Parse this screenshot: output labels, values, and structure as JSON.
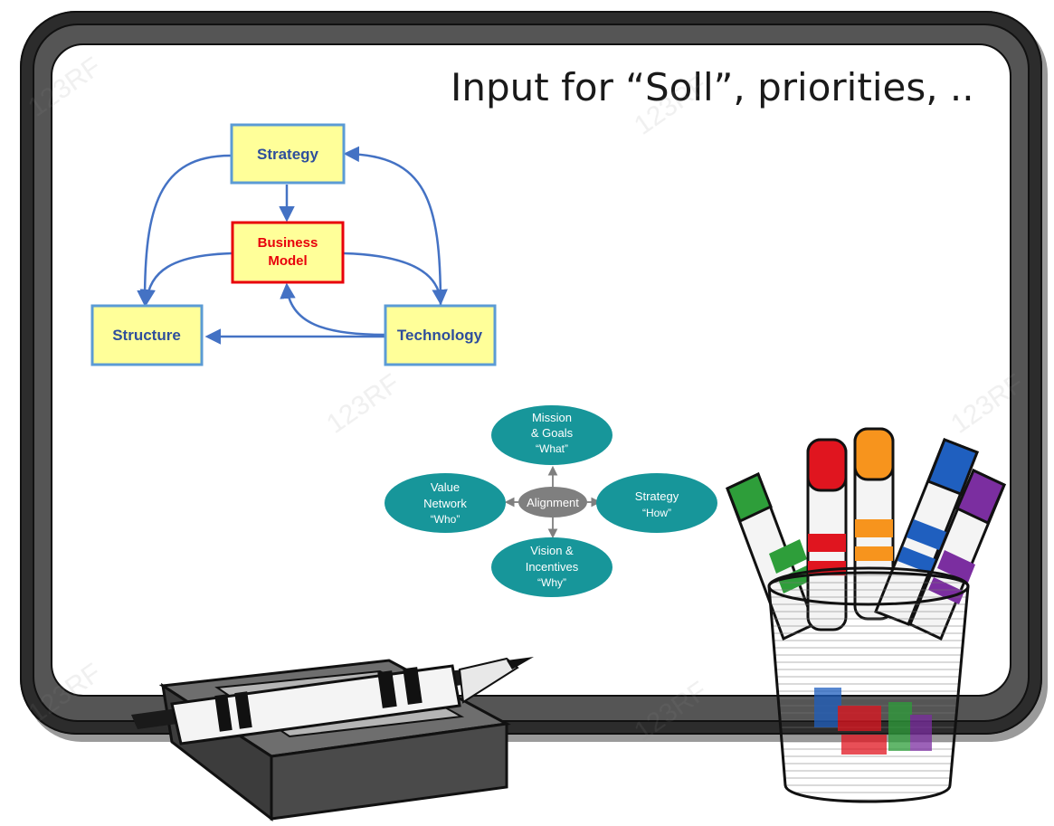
{
  "whiteboard": {
    "title": "Input for “Soll”, priorities, .."
  },
  "framework_diagram": {
    "boxes": {
      "strategy": "Strategy",
      "business_model_line1": "Business",
      "business_model_line2": "Model",
      "structure": "Structure",
      "technology": "Technology"
    },
    "colors": {
      "box_fill": "#ffff99",
      "box_border": "#5b9bd5",
      "box_text": "#2e4e9c",
      "highlight_border": "#e8000b",
      "highlight_text": "#e8000b",
      "arrow": "#4472c4"
    }
  },
  "alignment_diagram": {
    "center": "Alignment",
    "nodes": {
      "top": [
        "Mission",
        "& Goals",
        "“What”"
      ],
      "left": [
        "Value",
        "Network",
        "“Who”"
      ],
      "right": [
        "Strategy",
        "“How”"
      ],
      "bottom": [
        "Vision &",
        "Incentives",
        "“Why”"
      ]
    },
    "colors": {
      "oval_fill": "#17969a",
      "center_fill": "#7f7f7f",
      "text": "#ffffff",
      "arrow": "#7f7f7f"
    }
  },
  "watermark": {
    "text": "123RF"
  },
  "marker_colors": [
    "#2e9e3a",
    "#e0151f",
    "#f7941d",
    "#1f5fbf",
    "#7b2ea0"
  ]
}
